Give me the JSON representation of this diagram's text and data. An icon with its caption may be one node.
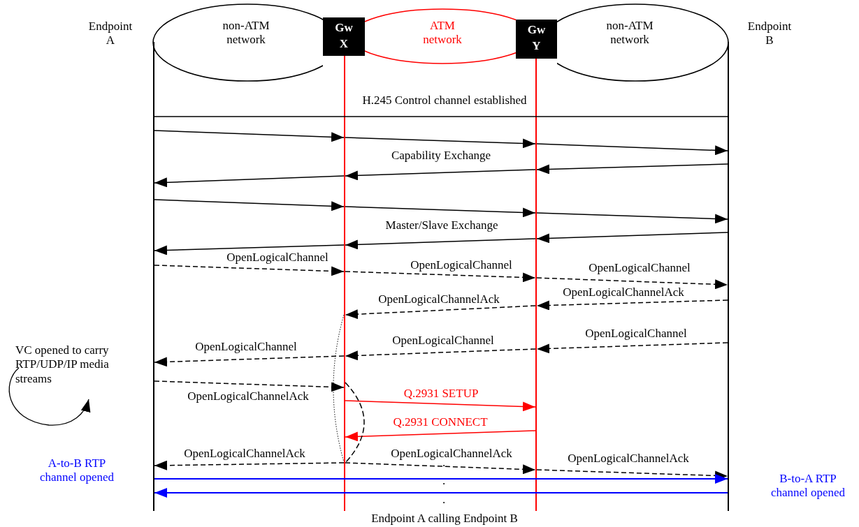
{
  "diagram": {
    "caption": "Endpoint A calling Endpoint B",
    "nodes": [
      {
        "text": [
          "Endpoint A"
        ]
      },
      {
        "text": [
          "non-ATM network"
        ]
      },
      {
        "text": [
          "Gw X"
        ]
      },
      {
        "text": [
          "ATM network"
        ]
      },
      {
        "text": [
          "Gw Y"
        ]
      },
      {
        "text": [
          "non-ATM network"
        ]
      },
      {
        "text": [
          "Endpoint B"
        ]
      },
      {
        "text": [],
        "shape": "line"
      },
      {
        "text": [],
        "shape": "line"
      },
      {
        "text": [],
        "shape": "line"
      },
      {
        "text": [],
        "shape": "line"
      }
    ],
    "edges": [
      {
        "from": 7,
        "to": 10,
        "arrow": "none",
        "label": "H.245 Control channel established"
      },
      {
        "from": 7,
        "to": 8,
        "arrow": "to"
      },
      {
        "from": 8,
        "to": 9,
        "arrow": "to"
      },
      {
        "from": 9,
        "to": 10,
        "arrow": "to"
      },
      {
        "from": 10,
        "to": 9,
        "arrow": "to"
      },
      {
        "from": 9,
        "to": 8,
        "arrow": "to",
        "label": "Capability Exchange"
      },
      {
        "from": 8,
        "to": 7,
        "arrow": "to"
      },
      {
        "from": 7,
        "to": 8,
        "arrow": "to"
      },
      {
        "from": 8,
        "to": 9,
        "arrow": "to"
      },
      {
        "from": 9,
        "to": 10,
        "arrow": "to"
      },
      {
        "from": 10,
        "to": 9,
        "arrow": "to"
      },
      {
        "from": 9,
        "to": 8,
        "arrow": "to",
        "label": "Master/Slave Exchange"
      },
      {
        "from": 8,
        "to": 7,
        "arrow": "to"
      },
      {
        "from": 7,
        "to": 8,
        "arrow": "to",
        "label": "OpenLogicalChannel",
        "style": "dashed"
      },
      {
        "from": 8,
        "to": 9,
        "arrow": "to",
        "label": "OpenLogicalChannel",
        "style": "dashed"
      },
      {
        "from": 9,
        "to": 10,
        "arrow": "to",
        "label": "OpenLogicalChannel",
        "style": "dashed"
      },
      {
        "from": 10,
        "to": 9,
        "arrow": "to",
        "label": "OpenLogicalChannelAck",
        "style": "dashed"
      },
      {
        "from": 9,
        "to": 8,
        "arrow": "to",
        "label": "OpenLogicalChannelAck",
        "style": "dashed"
      },
      {
        "from": 10,
        "to": 9,
        "arrow": "to",
        "label": "OpenLogicalChannel",
        "style": "dashed"
      },
      {
        "from": 9,
        "to": 8,
        "arrow": "to",
        "label": "OpenLogicalChannel",
        "style": "dashed"
      },
      {
        "from": 8,
        "to": 7,
        "arrow": "to",
        "label": "OpenLogicalChannel",
        "style": "dashed"
      },
      {
        "from": 7,
        "to": 8,
        "arrow": "to",
        "label": "OpenLogicalChannelAck",
        "style": "dashed"
      },
      {
        "from": 8,
        "to": 9,
        "arrow": "to",
        "label": "Q.2931 SETUP",
        "color": "#ff0000"
      },
      {
        "from": 9,
        "to": 8,
        "arrow": "to",
        "label": "Q.2931 CONNECT",
        "color": "#ff0000"
      },
      {
        "from": 8,
        "to": 7,
        "arrow": "to",
        "label": "OpenLogicalChannelAck",
        "style": "dashed"
      },
      {
        "from": 8,
        "to": 9,
        "arrow": "to",
        "label": "OpenLogicalChannelAck",
        "style": "dashed"
      },
      {
        "from": 9,
        "to": 10,
        "arrow": "to",
        "label": "OpenLogicalChannelAck",
        "style": "dashed"
      },
      {
        "from": 7,
        "to": 10,
        "arrow": "to",
        "color": "#0000ff"
      },
      {
        "from": 10,
        "to": 7,
        "arrow": "to",
        "color": "#0000ff"
      }
    ],
    "labels": [
      "VC opened to carry RTP/UDP/IP media streams",
      "A-to-B RTP channel opened",
      ".",
      "B-to-A RTP channel opened",
      ".",
      "."
    ]
  }
}
